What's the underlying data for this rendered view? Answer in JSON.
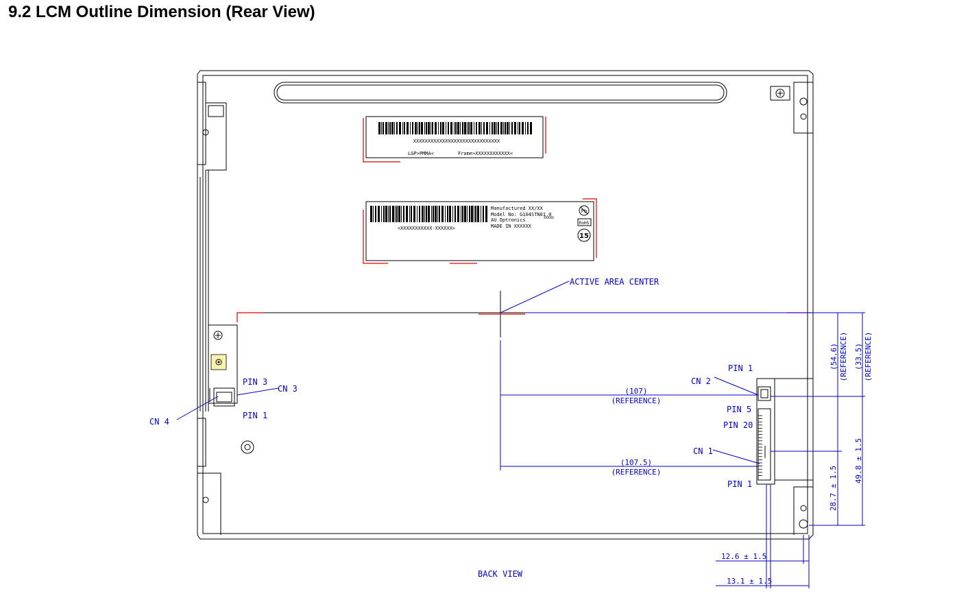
{
  "title": "9.2 LCM Outline Dimension (Rear View)",
  "labels": {
    "active_area_center": "ACTIVE AREA CENTER",
    "back_view": "BACK VIEW",
    "pin1_cn2": "PIN 1",
    "cn2": "CN 2",
    "pin5": "PIN 5",
    "pin20": "PIN 20",
    "cn1": "CN 1",
    "pin1_cn1": "PIN 1",
    "pin3": "PIN 3",
    "cn3": "CN 3",
    "pin1_cn3": "PIN 1",
    "cn4": "CN 4"
  },
  "dimensions": {
    "d107": "(107)",
    "d107_ref": "(REFERENCE)",
    "d1075": "(107.5)",
    "d1075_ref": "(REFERENCE)",
    "d546": "(54.6)",
    "d546_ref": "(REFERENCE)",
    "d335": "(33.5)",
    "d335_ref": "(REFERENCE)",
    "d287": "28.7 ± 1.5",
    "d498": "49.8 ± 1.5",
    "d126": "12.6 ± 1.5",
    "d131": "13.1 ± 1.5"
  },
  "label_top": {
    "barcode_text": "XXXXXXXXXXXXXXXXXXXXXXXXXXXXXX",
    "lgp": "LGP>PMMA<",
    "frame": "Frame>XXXXXXXXXXXX<"
  },
  "label_main": {
    "manufactured": "Manufactured XX/XX",
    "model": "Model No: G104STN01.0",
    "model_sub": "XXXXG",
    "company": "AU Optronics",
    "made_in": "MADE IN XXXXXX",
    "serial": "<XXXXXXXXXXX-XXXXXX>",
    "pb": "Pb",
    "rohs": "RoHS",
    "code": "15"
  }
}
